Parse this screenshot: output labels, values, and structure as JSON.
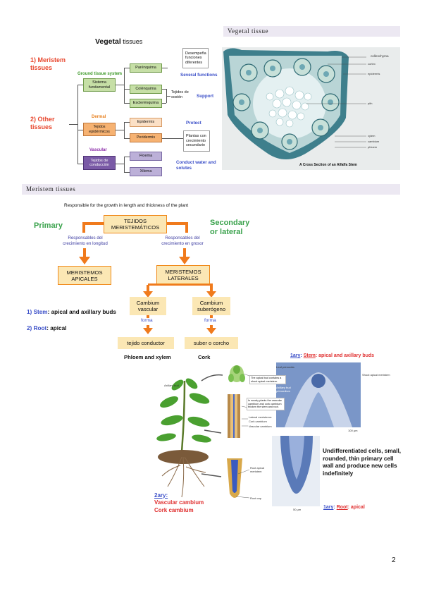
{
  "section1_header": "Vegetal tissue",
  "diagram1": {
    "title_main": "Vegetal",
    "title_rest": " tissues",
    "meristem_label": "1) Meristem tissues",
    "other_label": "2) Other tissues",
    "ground_heading": "Ground tissue system",
    "dermal_heading": "Dermal",
    "vascular_heading": "Vascular",
    "sistema": "Sistema fundamental",
    "tejidos_epi": "Tejidos epidérmicos",
    "tejidos_cond": "Tejidos de conducción",
    "parenquima": "Parénquima",
    "colenquima": "Colénquima",
    "esclerenquima": "Esclerénquima",
    "epidermis": "Epidermis",
    "peridermis": "Peridermis",
    "floema": "Floema",
    "xilema": "Xilema",
    "desempena": "Desempeña funciones diferentes",
    "tejidos_sosten": "Tejidos de sostén",
    "plantas": "Plantas con crecimiento secundario",
    "several": "Several functions",
    "support": "Support",
    "protect": "Protect",
    "conduct": "Conduct water and solutes"
  },
  "micrograph1": {
    "caption": "A Cross Section of an Alfalfa Stem",
    "labels": [
      "collenchyma",
      "cortex",
      "epidermis",
      "pith",
      "xylem",
      "cambium",
      "phloem"
    ]
  },
  "section2_header": "Meristem tissues",
  "meristem": {
    "subtitle": "Responsible for the growth in length and thickness of the plant",
    "primary": "Primary",
    "secondary": "Secondary or lateral",
    "tejidos_merist": "TEJIDOS MERISTEMÁTICOS",
    "resp_longitud": "Responsables del crecimiento en longitud",
    "resp_grosor": "Responsables del crecimiento en grosor",
    "apicales": "MERISTEMOS APICALES",
    "laterales": "MERISTEMOS LATERALES",
    "cambium_vasc": "Cambium vascular",
    "cambium_sub": "Cambium suberógeno",
    "forma": "forma",
    "tejido_cond": "tejido conductor",
    "suber": "suber o corcho",
    "phloem_xylem": "Phloem and xylem",
    "cork": "Cork",
    "stem_num": "1) ",
    "stem_word": "Stem",
    "stem_rest": ": apical and axillary buds",
    "root_num": "2) ",
    "root_word": "Root",
    "root_rest": ": apical"
  },
  "lower": {
    "ary1_stem_prefix": "1ary",
    "ary1_stem_sep": ": ",
    "ary1_stem_word": "Stem",
    "ary1_stem_rest": ": apical and axillary buds",
    "undiff": "Undifferentiated cells, small, rounded, thin primary cell wall and produce new cells indefinitely",
    "ary2": "2ary:",
    "vascular_cambium": "Vascular cambium",
    "cork_cambium": "Cork cambium",
    "ary1_root_prefix": "1ary",
    "ary1_root_sep": ": ",
    "ary1_root_word": "Root",
    "ary1_root_rest": ": apical",
    "small_labels": [
      "Leaf primordia",
      "Shoot apical meristem",
      "Axillary bud primordium",
      "The apical bud contains a shoot apical meristem.",
      "In woody plants the vascular cambium and cork cambium thicken the stem and root.",
      "Lateral meristems:",
      "Cork cambium",
      "Vascular cambium",
      "Axillary bud",
      "Root apical meristem",
      "Root cap",
      "100 µm",
      "50 µm"
    ]
  },
  "page_number": "2"
}
